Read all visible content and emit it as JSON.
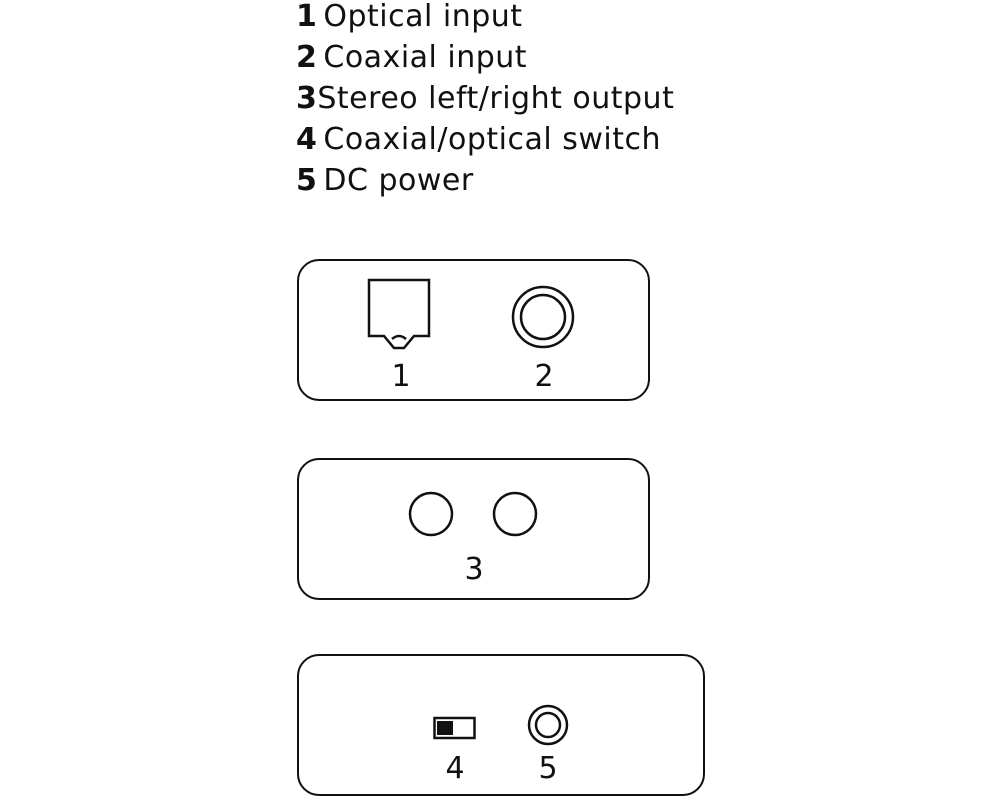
{
  "legend": [
    {
      "number": "1",
      "text": "Optical input"
    },
    {
      "number": "2",
      "text": "Coaxial input"
    },
    {
      "number": "3",
      "text": "Stereo left/right output"
    },
    {
      "number": "4",
      "text": "Coaxial/optical switch"
    },
    {
      "number": "5",
      "text": "DC power"
    }
  ],
  "panels": {
    "input": {
      "labels": [
        "1",
        "2"
      ]
    },
    "output": {
      "labels": [
        "3"
      ]
    },
    "power": {
      "labels": [
        "4",
        "5"
      ]
    }
  },
  "colors": {
    "stroke": "#111111",
    "background": "#ffffff"
  },
  "icons": {
    "optical": "optical-toslink-icon",
    "coaxial": "coaxial-jack-icon",
    "rca_left": "rca-jack-icon",
    "rca_right": "rca-jack-icon",
    "switch": "slide-switch-icon",
    "dc": "dc-jack-icon"
  }
}
